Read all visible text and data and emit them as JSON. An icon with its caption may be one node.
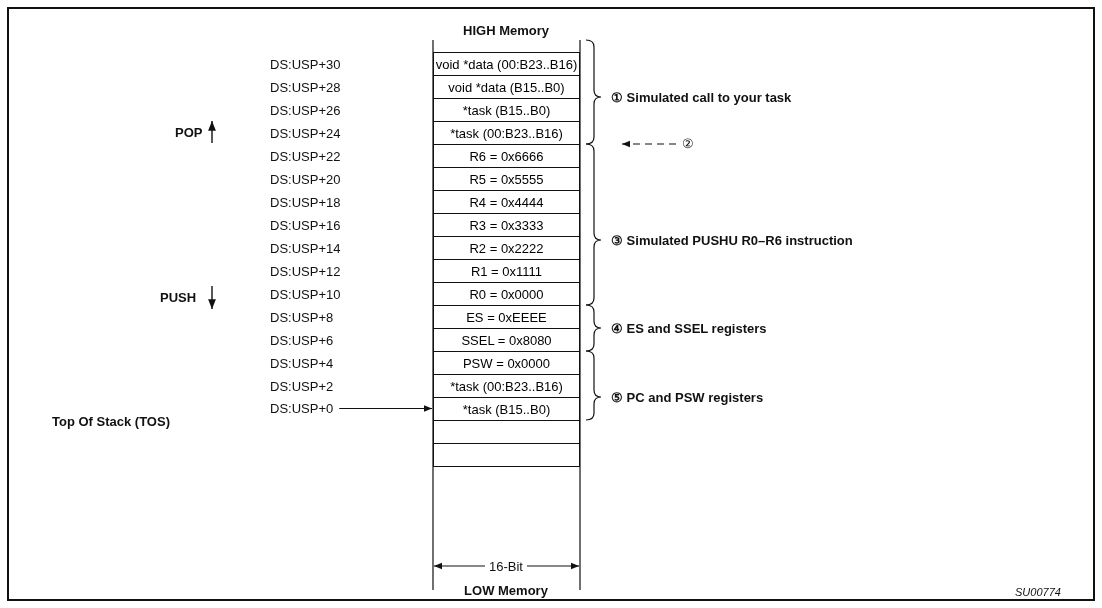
{
  "diagram": {
    "nodes": [
      {
        "text": [
          "void *data (00:B23..B16)"
        ]
      },
      {
        "text": [
          "void *data (B15..B0)"
        ]
      },
      {
        "text": [
          "*task (B15..B0)"
        ]
      },
      {
        "text": [
          "*task (00:B23..B16)"
        ]
      },
      {
        "text": [
          "R6 = 0x6666"
        ]
      },
      {
        "text": [
          "R5 = 0x5555"
        ]
      },
      {
        "text": [
          "R4 = 0x4444"
        ]
      },
      {
        "text": [
          "R3 = 0x3333"
        ]
      },
      {
        "text": [
          "R2 = 0x2222"
        ]
      },
      {
        "text": [
          "R1 = 0x1111"
        ]
      },
      {
        "text": [
          "R0 = 0x0000"
        ]
      },
      {
        "text": [
          "ES = 0xEEEE"
        ]
      },
      {
        "text": [
          "SSEL = 0x8080"
        ]
      },
      {
        "text": [
          "PSW = 0x0000"
        ]
      },
      {
        "text": [
          "*task (00:B23..B16)"
        ]
      },
      {
        "text": [
          "*task (B15..B0)"
        ]
      },
      {
        "text": [],
        "shape": "box"
      },
      {
        "text": [],
        "shape": "box"
      },
      {
        "text": [
          "DS:USP+0"
        ]
      },
      {
        "text": [
          "②"
        ]
      }
    ],
    "edges": [
      {
        "from": 18,
        "to": 15,
        "arrow": "to"
      },
      {
        "from": 19,
        "to": null,
        "arrow": "to",
        "style": "dashed"
      }
    ],
    "labels": [
      "HIGH Memory",
      "DS:USP+30",
      "DS:USP+28",
      "DS:USP+26",
      "① Simulated call to your task",
      "POP",
      "DS:USP+24",
      "DS:USP+22",
      "DS:USP+20",
      "DS:USP+18",
      "DS:USP+16",
      "③ Simulated PUSHU R0–R6 instruction",
      "DS:USP+14",
      "DS:USP+12",
      "PUSH",
      "DS:USP+10",
      "DS:USP+8",
      "④ ES and SSEL registers",
      "DS:USP+6",
      "DS:USP+4",
      "DS:USP+2",
      "⑤ PC and PSW registers",
      "Top Of Stack (TOS)",
      "16-Bit",
      "LOW Memory",
      "SU00774"
    ]
  }
}
